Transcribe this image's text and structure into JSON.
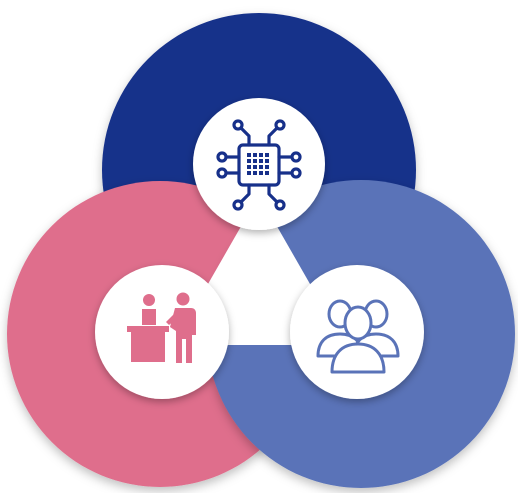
{
  "colors": {
    "top_circle": "#17308a",
    "left_circle": "#df6e8c",
    "right_circle": "#5a73b8",
    "badge_fill": "#ffffff",
    "top_icon": "#17308a",
    "left_icon": "#df6e8c",
    "right_icon": "#5a73b8",
    "center_triangle": "#ffffff"
  },
  "nodes": [
    {
      "id": "technology",
      "icon": "circuit-chip-icon",
      "color_key": "top_icon"
    },
    {
      "id": "service",
      "icon": "service-desk-icon",
      "color_key": "left_icon"
    },
    {
      "id": "people",
      "icon": "people-group-icon",
      "color_key": "right_icon"
    }
  ]
}
